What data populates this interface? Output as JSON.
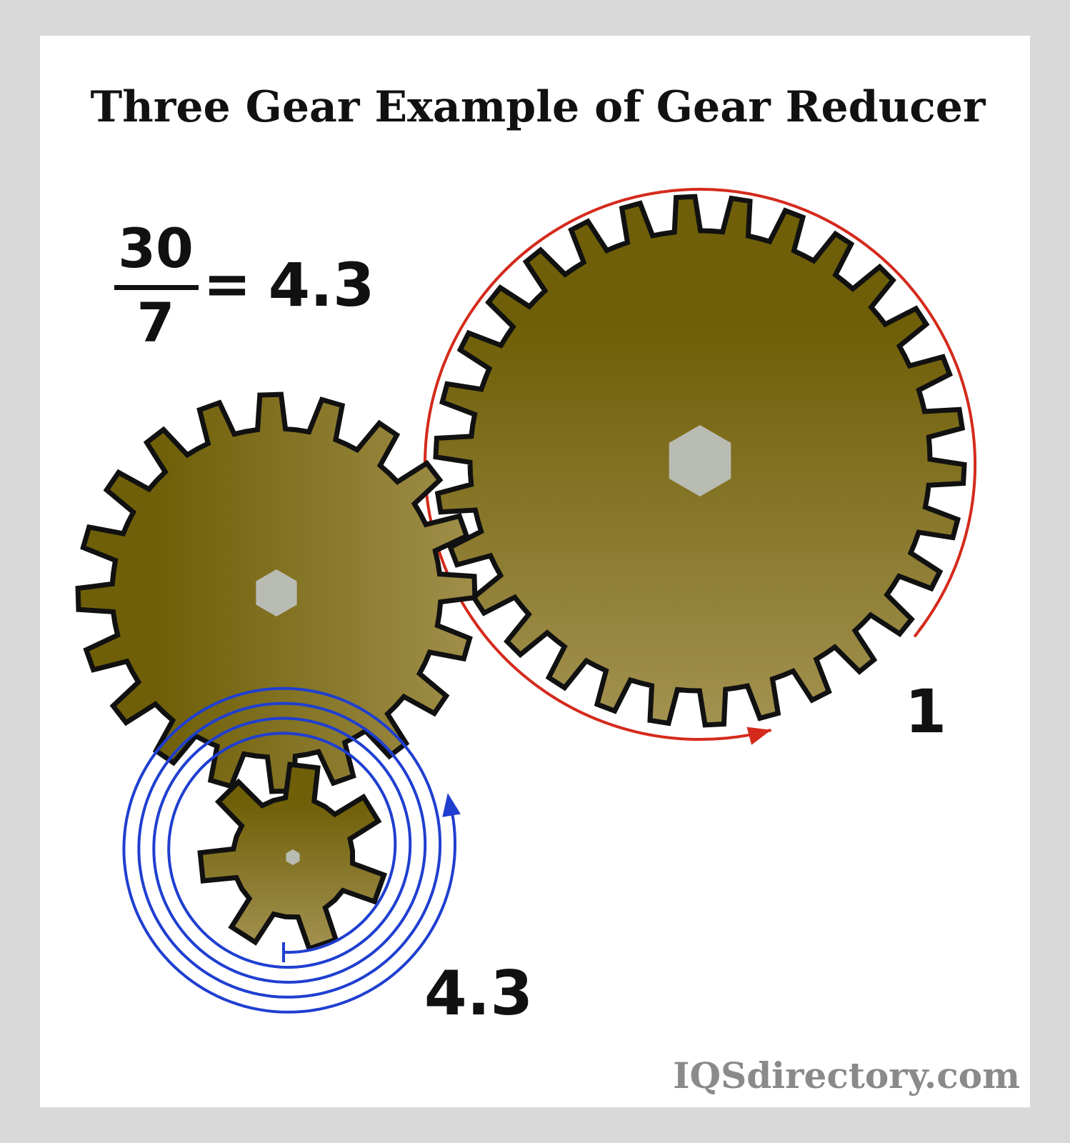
{
  "title": "Three Gear Example of Gear Reducer",
  "ratio": {
    "numerator": "30",
    "denominator": "7",
    "equals": "=",
    "result": "4.3"
  },
  "gears": [
    {
      "name": "large-gear",
      "teeth": 30
    },
    {
      "name": "middle-gear",
      "teeth": 20
    },
    {
      "name": "small-gear",
      "teeth": 7
    }
  ],
  "labels": {
    "large_gear_turns": "1",
    "small_gear_turns": "4.3"
  },
  "watermark": "IQSdirectory.com",
  "colors": {
    "gear_fill_dark": "#6f5f08",
    "gear_fill_light": "#9b8b45",
    "hub": "#b9bcb3",
    "red_arc": "#d42a1c",
    "blue_arc": "#1f3fd0",
    "watermark": "#8a8a8a"
  }
}
